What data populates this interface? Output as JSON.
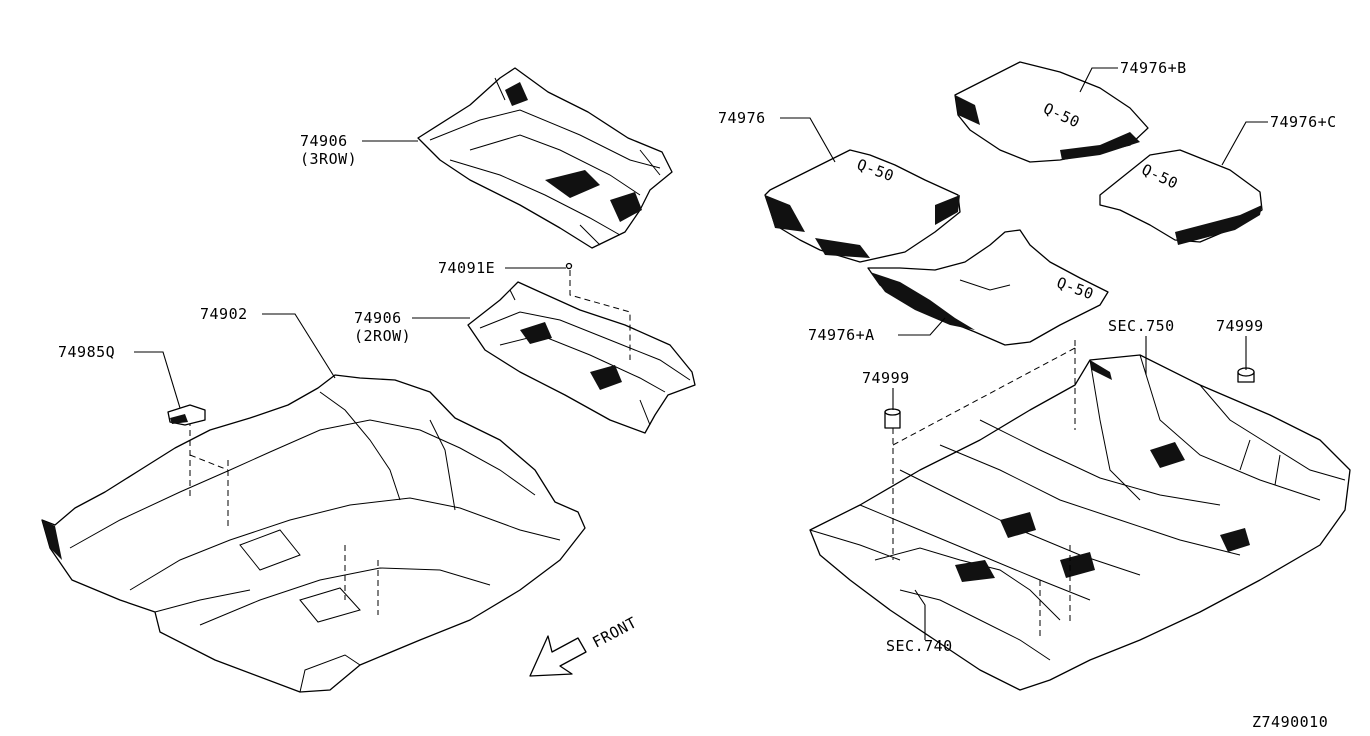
{
  "labels": {
    "p74906_3row": "74906",
    "p74906_3row_note": "(3ROW)",
    "p74091e": "74091E",
    "p74906_2row": "74906",
    "p74906_2row_note": "(2ROW)",
    "p74902": "74902",
    "p74985q": "74985Q",
    "p74976": "74976",
    "p74976b": "74976+B",
    "p74976c": "74976+C",
    "p74976a": "74976+A",
    "sec750": "SEC.750",
    "p74999_left": "74999",
    "p74999_right": "74999",
    "sec740": "SEC.740",
    "front": "FRONT",
    "diagram_id": "Z7490010"
  },
  "mat_text": "Q-50"
}
